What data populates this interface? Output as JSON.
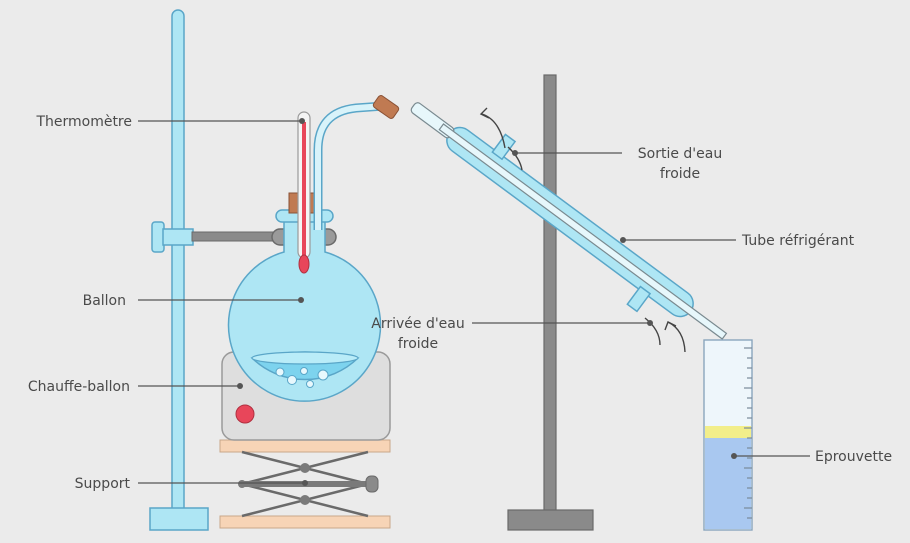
{
  "labels": {
    "thermometre": "Thermomètre",
    "ballon": "Ballon",
    "chauffe_ballon": "Chauffe-ballon",
    "support": "Support",
    "sortie_line1": "Sortie d'eau",
    "sortie_line2": "froide",
    "tube": "Tube réfrigérant",
    "arrivee_line1": "Arrivée d'eau",
    "arrivee_line2": "froide",
    "eprouvette": "Eprouvette"
  },
  "colors": {
    "background": "#ebebeb",
    "glass": "#aee6f4",
    "glass_stroke": "#5aa6c8",
    "stand": "#8a8a8a",
    "heater": "#dedede",
    "heater_button": "#e8465a",
    "thermometer_liquid": "#e8465a",
    "cork": "#c07a52",
    "cylinder_liquid": "#a9c8f0",
    "cylinder_top_layer": "#f2ee8a",
    "support_plate": "#f7d4b6"
  }
}
